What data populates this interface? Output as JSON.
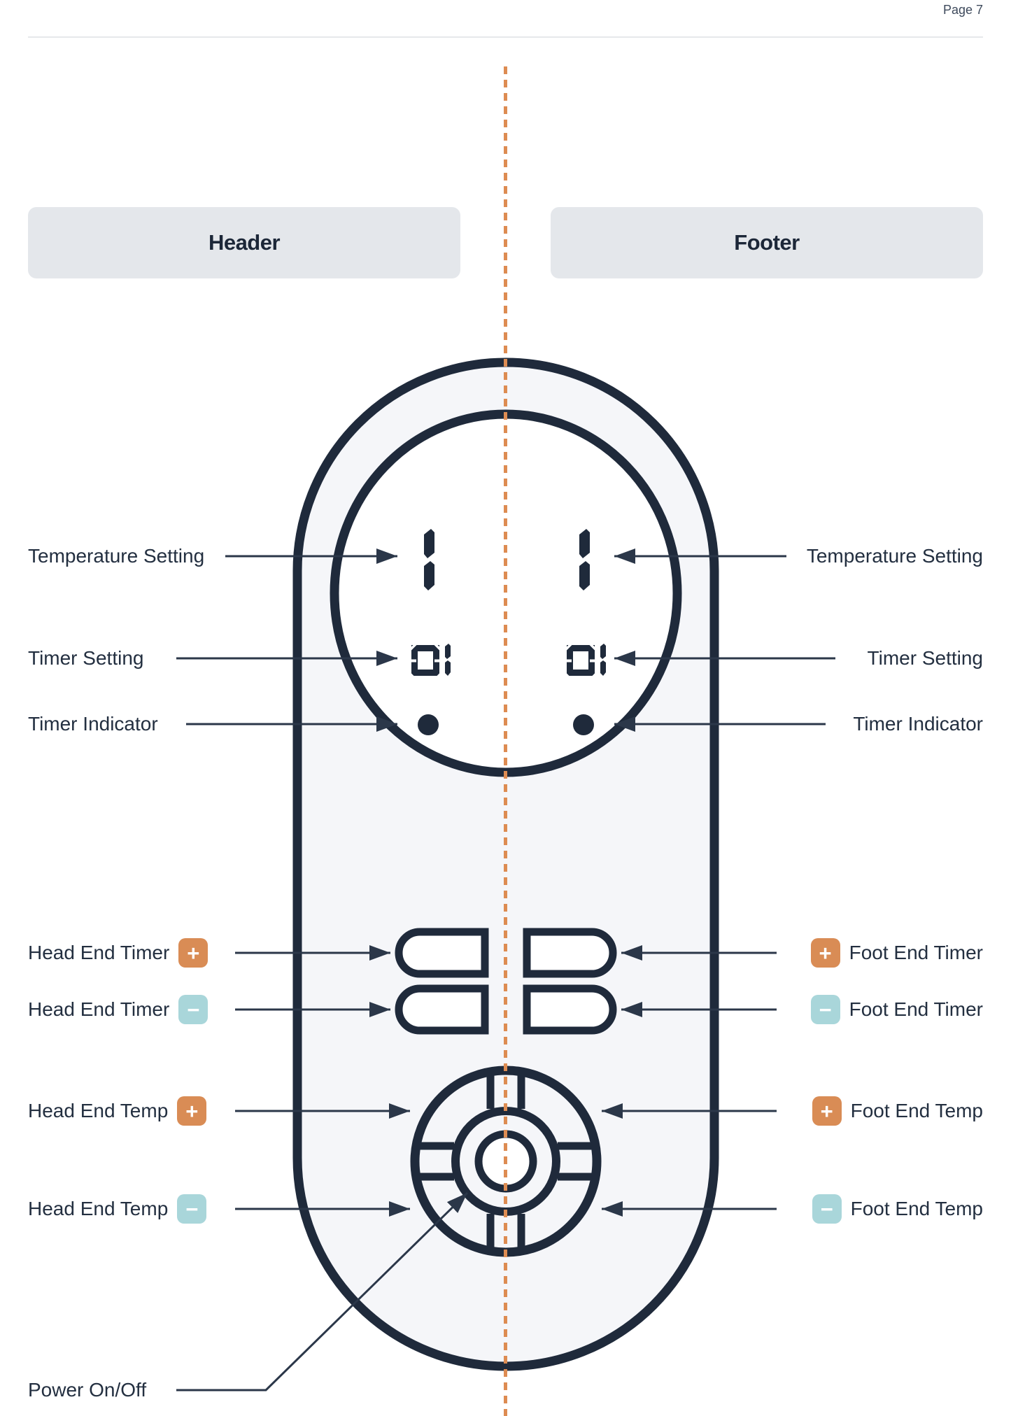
{
  "page": {
    "label": "Page 7"
  },
  "sections": {
    "header": "Header",
    "footer": "Footer"
  },
  "remote_display": {
    "left": {
      "temperature": "1",
      "timer": "01"
    },
    "right": {
      "temperature": "1",
      "timer": "01"
    }
  },
  "callouts": {
    "left": {
      "temperature_setting": "Temperature Setting",
      "timer_setting": "Timer Setting",
      "timer_indicator": "Timer Indicator",
      "head_end_timer": "Head End Timer",
      "head_end_temp": "Head End Temp",
      "power": "Power On/Off"
    },
    "right": {
      "temperature_setting": "Temperature Setting",
      "timer_setting": "Timer Setting",
      "timer_indicator": "Timer Indicator",
      "foot_end_timer": "Foot End Timer",
      "foot_end_temp": "Foot End Temp"
    },
    "badges": {
      "plus": "+",
      "minus": "−"
    }
  },
  "colors": {
    "ink": "#1f2a3b",
    "arrow": "#2b3749",
    "accent_orange": "#d98c55",
    "accent_teal": "#a9d6da",
    "panel_gray": "#e4e7eb",
    "remote_body_fill": "#f5f6f9",
    "dashed_line": "#dd8c52"
  }
}
